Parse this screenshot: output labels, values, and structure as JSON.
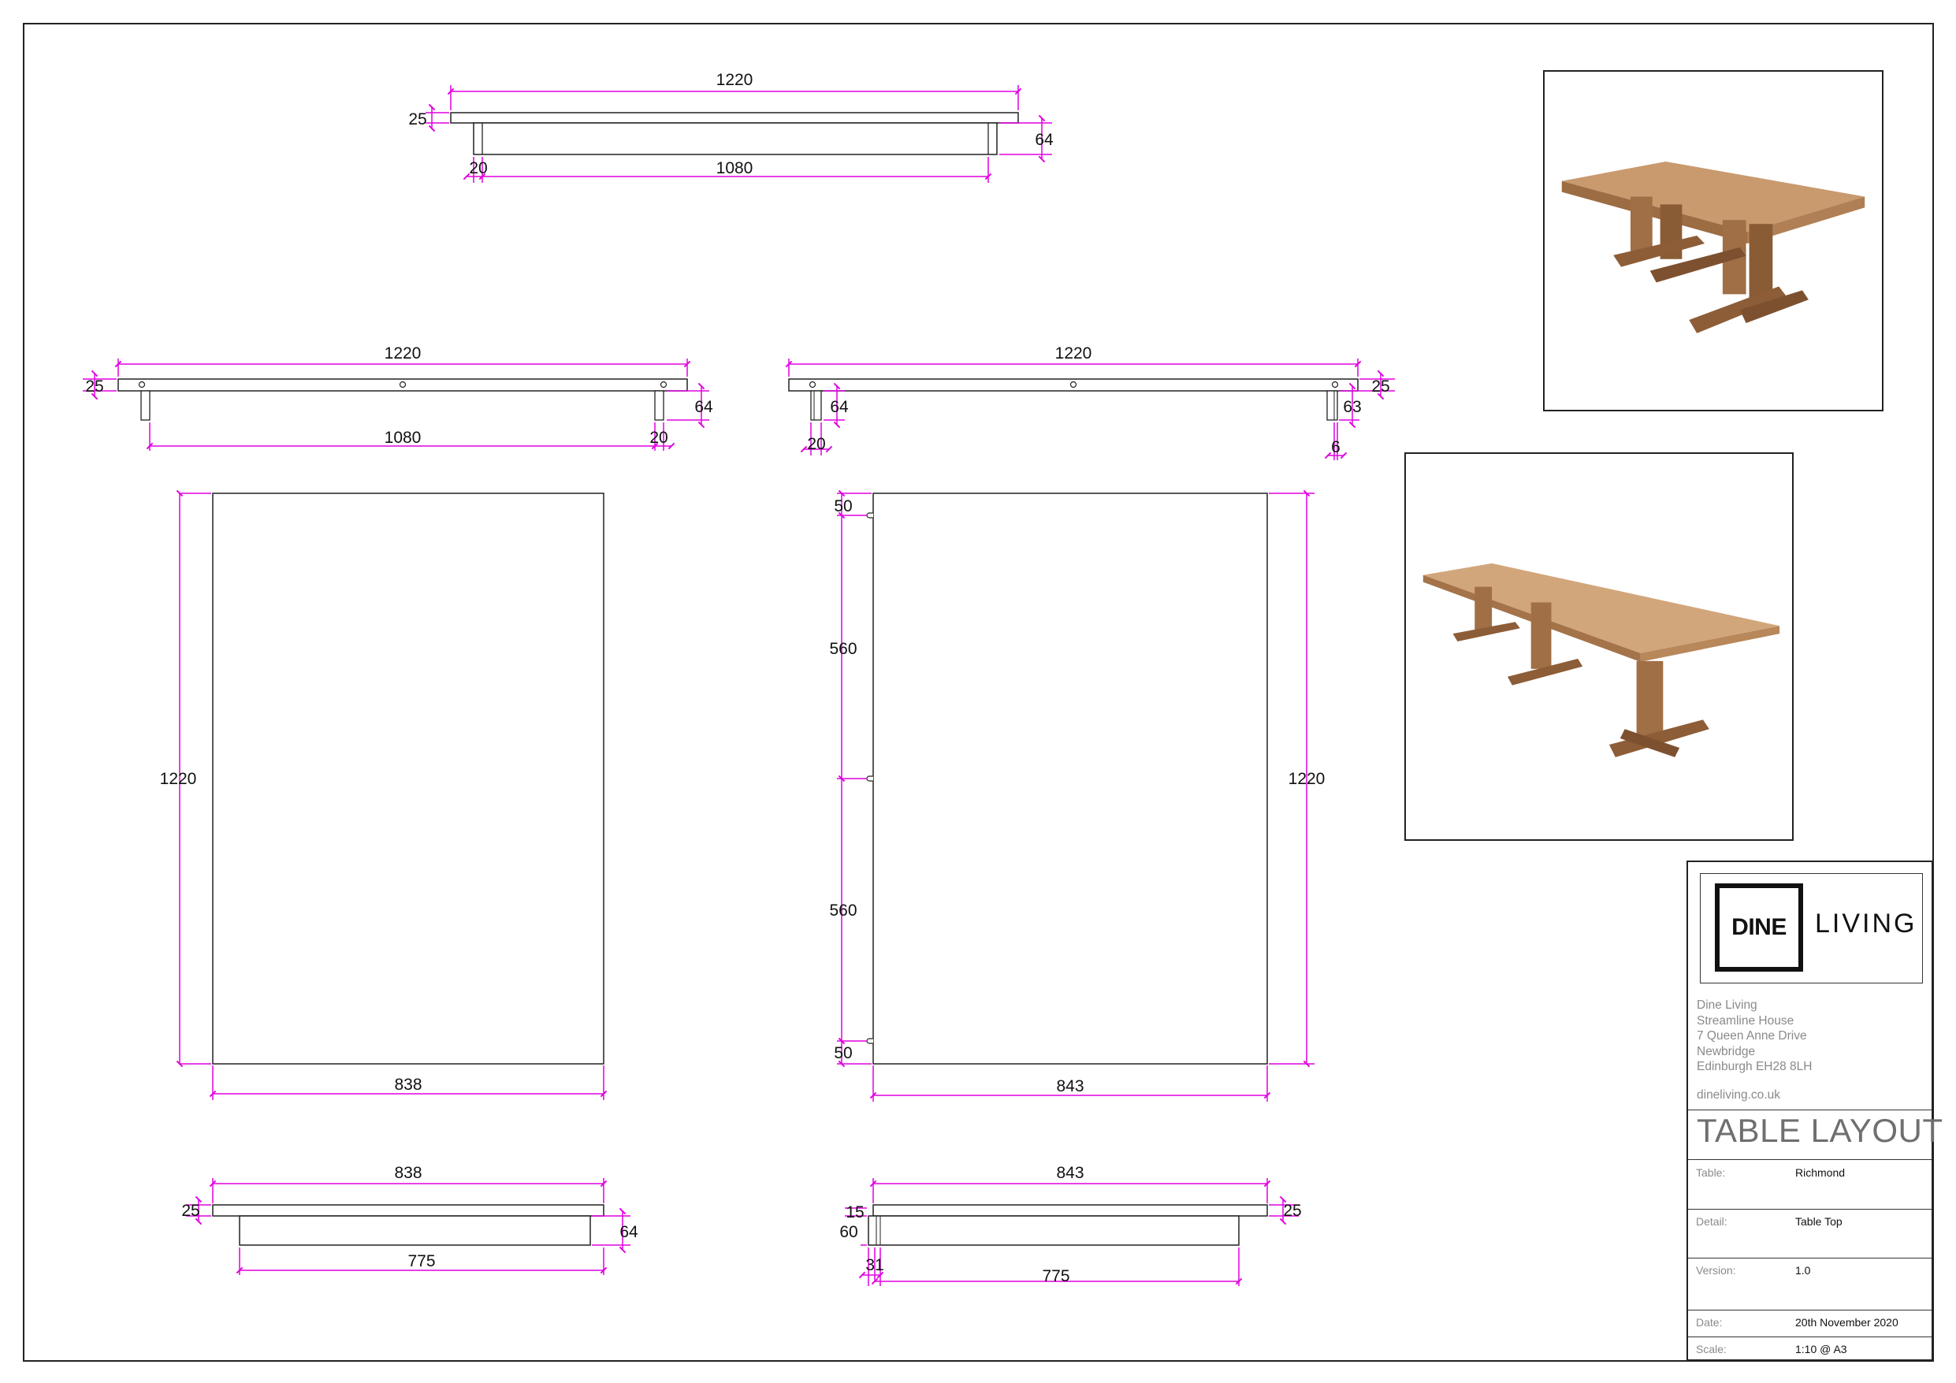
{
  "dimensions": {
    "top_length": "1220",
    "leg_inset": "20",
    "rail_length": "1080",
    "top_thickness": "25",
    "apron_height": "64",
    "apron_height_b": "63",
    "leaf_gap": "6",
    "left_top_width": "838",
    "right_top_width": "843",
    "end_margin": "50",
    "leaf_length": "560",
    "apron_length": "775",
    "edge_15": "15",
    "edge_60": "60",
    "edge_31": "31"
  },
  "photos": {
    "photo_a": "table-photo-compact",
    "photo_b": "table-photo-extended"
  },
  "colors": {
    "dimension": "#e000e0",
    "outline": "#222222",
    "wood": "#b8875a"
  },
  "title_block": {
    "logo_left": "DINE",
    "logo_right": "LIVING",
    "address": [
      "Dine Living",
      "Streamline House",
      "7 Queen Anne Drive",
      "Newbridge",
      "Edinburgh EH28 8LH"
    ],
    "website": "dineliving.co.uk",
    "title": "TABLE LAYOUT",
    "rows": [
      {
        "label": "Table:",
        "value": "Richmond"
      },
      {
        "label": "Detail:",
        "value": "Table Top"
      },
      {
        "label": "Version:",
        "value": "1.0"
      },
      {
        "label": "Date:",
        "value": "20th November 2020"
      },
      {
        "label": "Scale:",
        "value": "1:10 @ A3"
      }
    ]
  }
}
